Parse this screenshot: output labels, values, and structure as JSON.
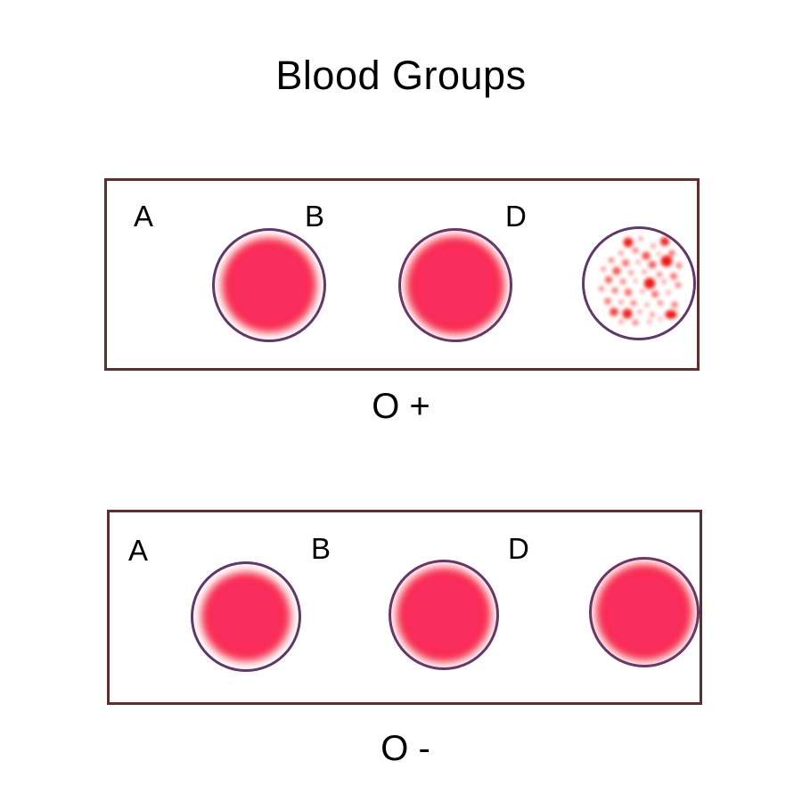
{
  "figure": {
    "title": "Blood Groups",
    "background_color": "#ffffff",
    "panel_border_color": "#5c3030",
    "well_ring_color": "#5e3a6b",
    "blood_center_color": "#fa2e5e",
    "blood_edge_color": "#ec0d12",
    "text_color": "#000000"
  },
  "panels": [
    {
      "id": "o-positive",
      "caption": "O +",
      "wells": [
        {
          "label": "A",
          "result": "agglutination-negative",
          "appearance": "solid-blood-drop"
        },
        {
          "label": "B",
          "result": "agglutination-negative",
          "appearance": "solid-blood-drop"
        },
        {
          "label": "D",
          "result": "agglutination-positive",
          "appearance": "speckled-clumps"
        }
      ]
    },
    {
      "id": "o-negative",
      "caption": "O -",
      "wells": [
        {
          "label": "A",
          "result": "agglutination-negative",
          "appearance": "solid-blood-drop"
        },
        {
          "label": "B",
          "result": "agglutination-negative",
          "appearance": "solid-blood-drop"
        },
        {
          "label": "D",
          "result": "agglutination-negative",
          "appearance": "solid-blood-drop"
        }
      ]
    }
  ]
}
